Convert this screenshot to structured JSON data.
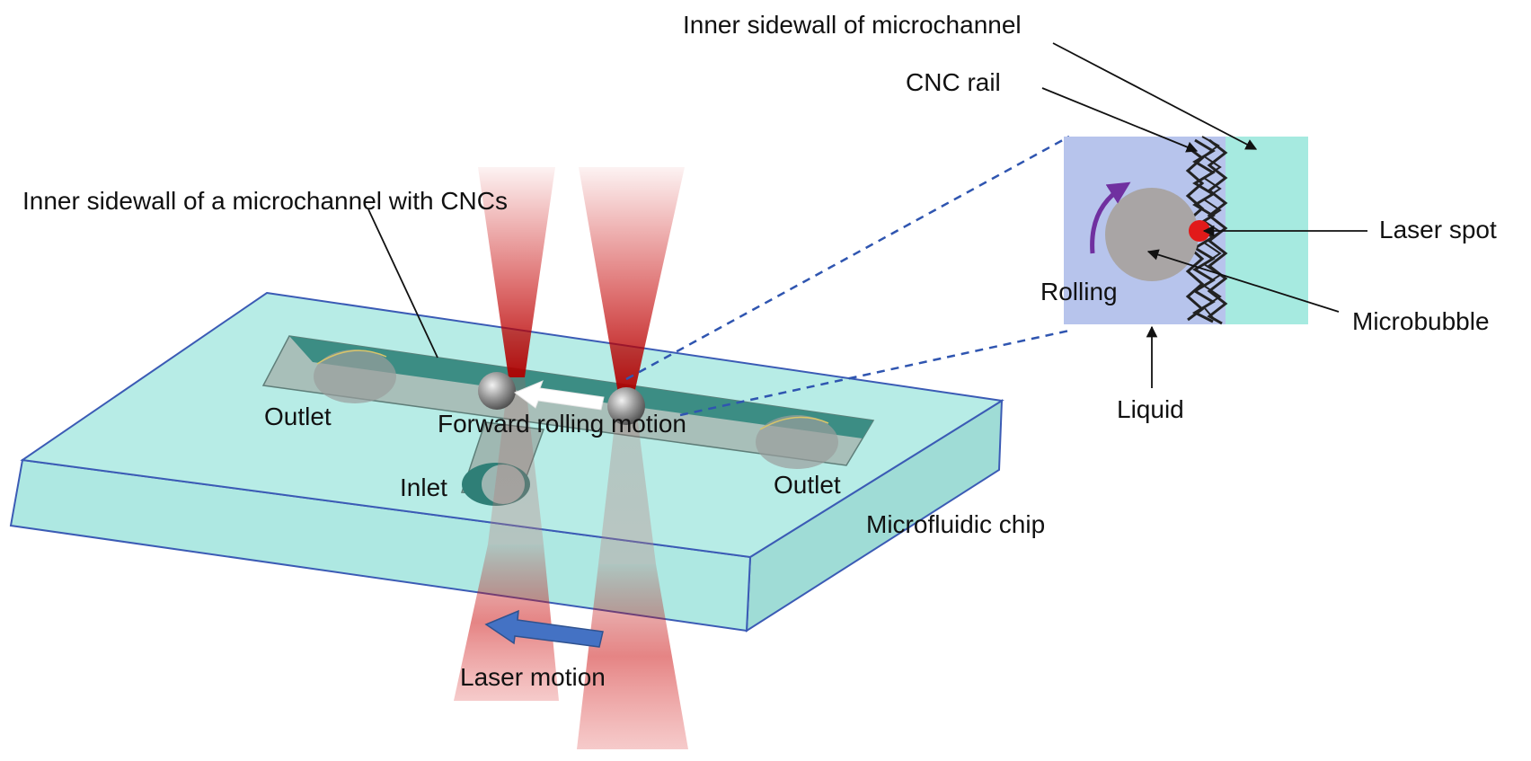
{
  "labels": {
    "inner_sidewall_microchannel": "Inner sidewall of microchannel",
    "cnc_rail": "CNC rail",
    "inner_sidewall_with_cncs": "Inner sidewall of a microchannel with CNCs",
    "laser_spot": "Laser spot",
    "rolling": "Rolling",
    "microbubble": "Microbubble",
    "liquid": "Liquid",
    "outlet_left": "Outlet",
    "forward_rolling_motion": "Forward rolling motion",
    "outlet_right": "Outlet",
    "inlet": "Inlet",
    "microfluidic_chip": "Microfluidic chip",
    "laser_motion": "Laser motion"
  },
  "colors": {
    "chip_top": "#b7ece6",
    "chip_side": "#9fdcd6",
    "chip_edge": "#3b5bb5",
    "channel": "#3c8d84",
    "laser_red": "#cc0000",
    "inset_liquid": "#b7c4ec",
    "inset_wall": "#a6eae0",
    "bubble_gray": "#a9a5a5",
    "rolling_arrow": "#7030a0",
    "laser_motion_arrow": "#4472c4"
  }
}
